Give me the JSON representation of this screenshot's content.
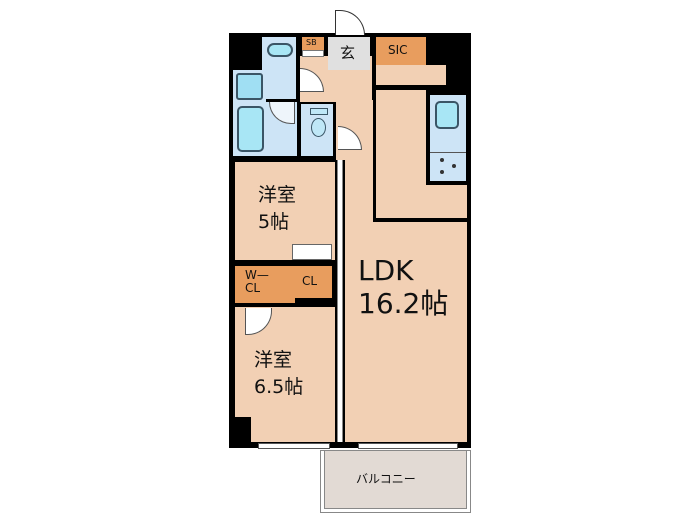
{
  "floorplan": {
    "rooms": {
      "western_room_1": {
        "name": "洋室",
        "size": "5帖"
      },
      "western_room_2": {
        "name": "洋室",
        "size": "6.5帖"
      },
      "ldk": {
        "name": "LDK",
        "size": "16.2帖"
      },
      "walk_in_closet": {
        "label": "W—\nCL"
      },
      "closet": {
        "label": "CL"
      },
      "shoe_box": {
        "label": "SB"
      },
      "entrance": {
        "label": "玄"
      },
      "shoes_in_closet": {
        "label": "SIC"
      },
      "balcony": {
        "label": "バルコニー"
      }
    },
    "colors": {
      "floor": "#f2d0b4",
      "wet_area": "#cde4f6",
      "storage": "#e89d5e",
      "wall": "#000000",
      "balcony": "#e2dad4"
    }
  }
}
